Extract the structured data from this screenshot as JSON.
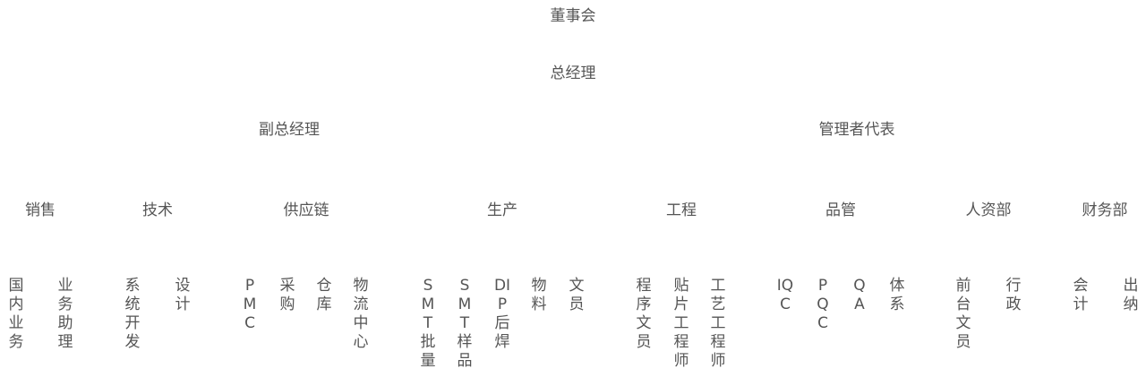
{
  "org_chart": {
    "root": "董事会",
    "level1": "总经理",
    "level2": [
      "副总经理",
      "管理者代表"
    ],
    "departments": [
      "销售",
      "技术",
      "供应链",
      "生产",
      "工程",
      "品管",
      "人资部",
      "财务部"
    ],
    "roles": {
      "sales": [
        "国内业务",
        "业务助理"
      ],
      "tech": [
        "系统开发",
        "设计"
      ],
      "supply": [
        "PMC",
        "采购",
        "仓库",
        "物流中心"
      ],
      "production": [
        "SMT批量",
        "SMT样品",
        "DIP后焊",
        "物料",
        "文员"
      ],
      "engineering": [
        "程序文员",
        "贴片工程师",
        "工艺工程师"
      ],
      "quality": [
        "IQC",
        "PQC",
        "QA",
        "体系"
      ],
      "hr": [
        "前台文员",
        "行政"
      ],
      "finance": [
        "会计",
        "出纳"
      ]
    }
  }
}
